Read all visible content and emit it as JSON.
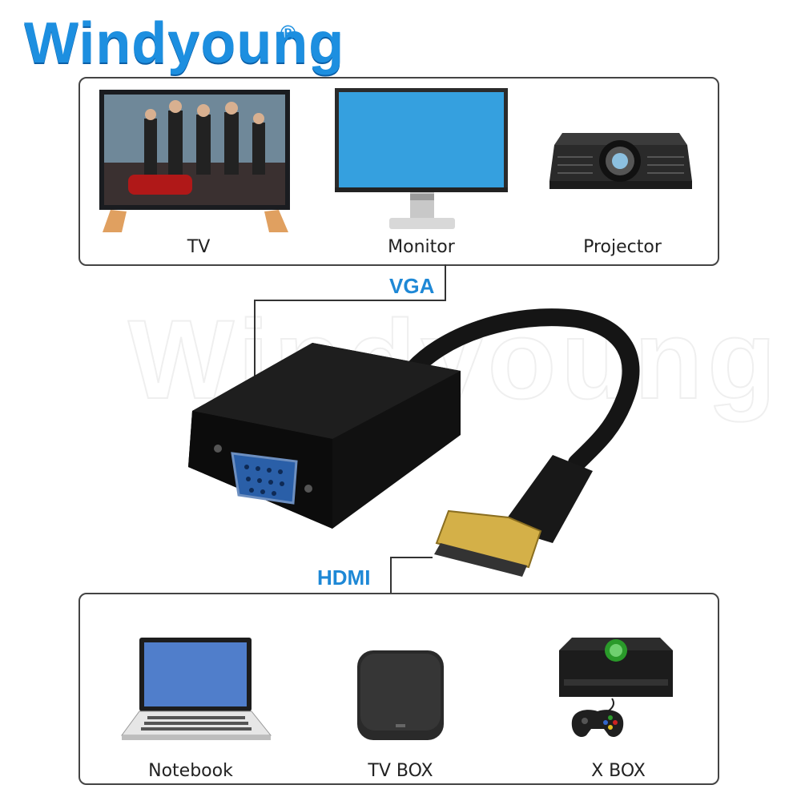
{
  "brand": {
    "name": "Windyoung",
    "registered": "®"
  },
  "top_devices": [
    {
      "label": "TV"
    },
    {
      "label": "Monitor"
    },
    {
      "label": "Projector"
    }
  ],
  "bottom_devices": [
    {
      "label": "Notebook"
    },
    {
      "label": "TV BOX"
    },
    {
      "label": "X BOX"
    }
  ],
  "ports": {
    "vga": "VGA",
    "hdmi": "HDMI"
  },
  "colors": {
    "accent": "#1e88d6",
    "panel_border": "#444444"
  }
}
